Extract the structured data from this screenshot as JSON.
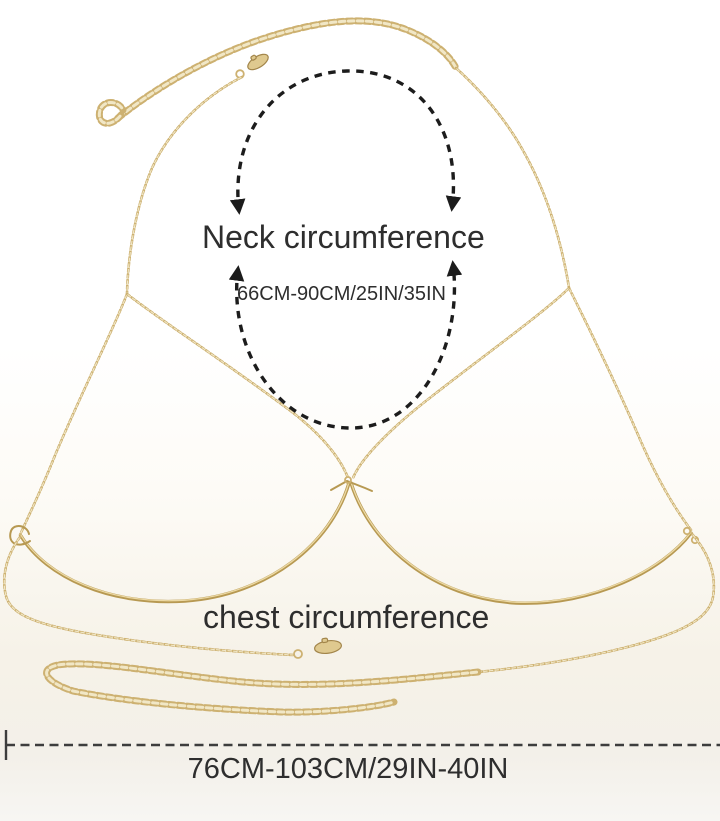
{
  "annotations": {
    "neck": {
      "label": "Neck circumference",
      "range": "66CM-90CM/25IN/35IN"
    },
    "chest": {
      "label": "chest circumference"
    },
    "band": {
      "range": "76CM-103CM/29IN-40IN"
    }
  },
  "colors": {
    "chain_gold": "#cdb171",
    "chain_gold_light": "#f1e7c6",
    "wire_gold": "#b79952",
    "wire_gold_light": "#ecd9a4",
    "annotation_ink": "#1c1c1c",
    "label_ink": "#2e2e2e",
    "measure_ink": "#3d3d3d",
    "background": "#ffffff",
    "background_warm": "#f6f2e8"
  }
}
